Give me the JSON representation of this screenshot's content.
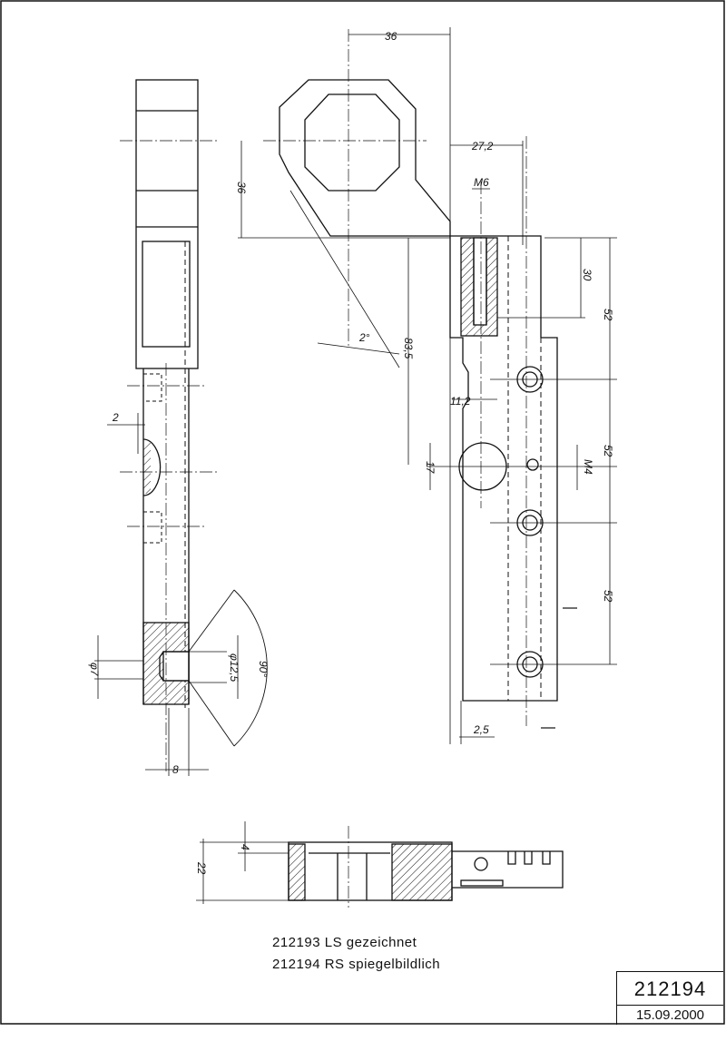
{
  "drawing": {
    "dimensions": {
      "top_width": "36",
      "top_height": "36",
      "offset_272": "27,2",
      "thread_m6": "M6",
      "depth_30": "30",
      "spacing_52_a": "52",
      "spacing_52_b": "52",
      "spacing_52_c": "52",
      "length_835": "83,5",
      "angle_2": "2°",
      "offset_112": "11,2",
      "dia_17": "17",
      "thread_m4": "M4",
      "edge_25": "2,5",
      "left_2": "2",
      "dia_7": "φ7",
      "dia_125": "φ12,5",
      "angle_90": "90°",
      "width_8": "8",
      "height_22": "22",
      "small_4": "4"
    }
  },
  "notes": {
    "line1": "212193 LS gezeichnet",
    "line2": "212194 RS spiegelbildlich"
  },
  "title_block": {
    "number": "212194",
    "date": "15.09.2000"
  }
}
